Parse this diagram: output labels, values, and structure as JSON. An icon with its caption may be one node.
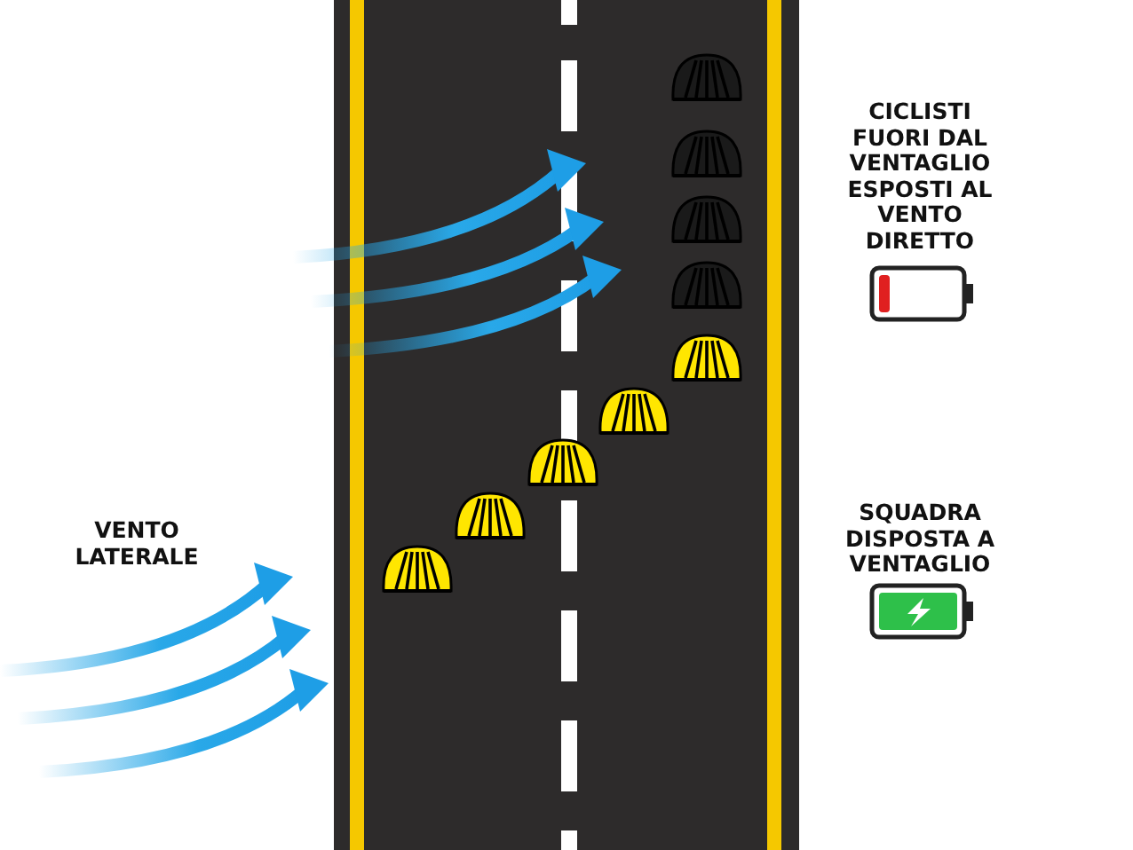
{
  "diagram": {
    "labels": [
      "VENTO LATERALE",
      "CICLISTI FUORI DAL VENTAGLIO ESPOSTI AL VENTO DIRETTO",
      "SQUADRA DISPOSTA A VENTAGLIO"
    ]
  }
}
